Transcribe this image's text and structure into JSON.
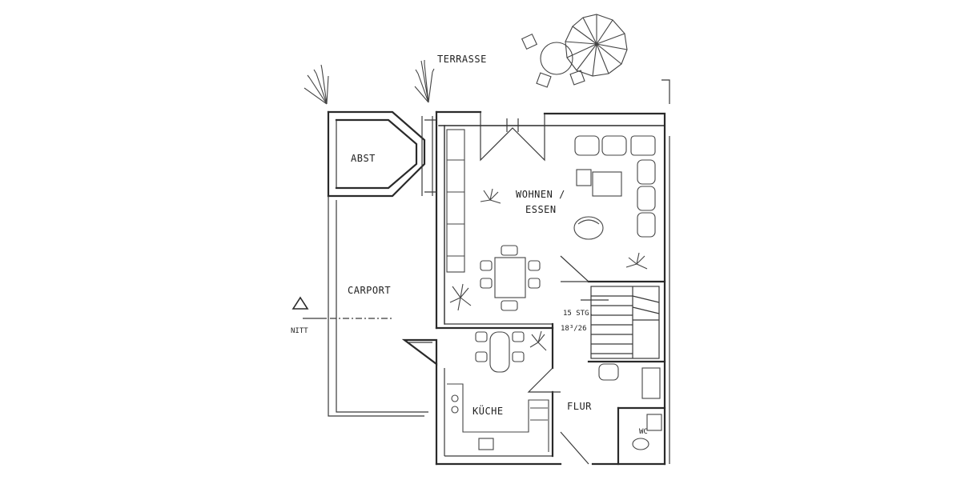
{
  "rooms": {
    "terrace": "TERRASSE",
    "storage": "ABST",
    "living": "WOHNEN /",
    "dining": "ESSEN",
    "carport": "CARPORT",
    "kitchen": "KÜCHE",
    "hall": "FLUR",
    "wc": "WC"
  },
  "stairs": {
    "steps": "15 STG.",
    "ratio": "18³/26"
  },
  "marker": {
    "code": "NITT"
  }
}
